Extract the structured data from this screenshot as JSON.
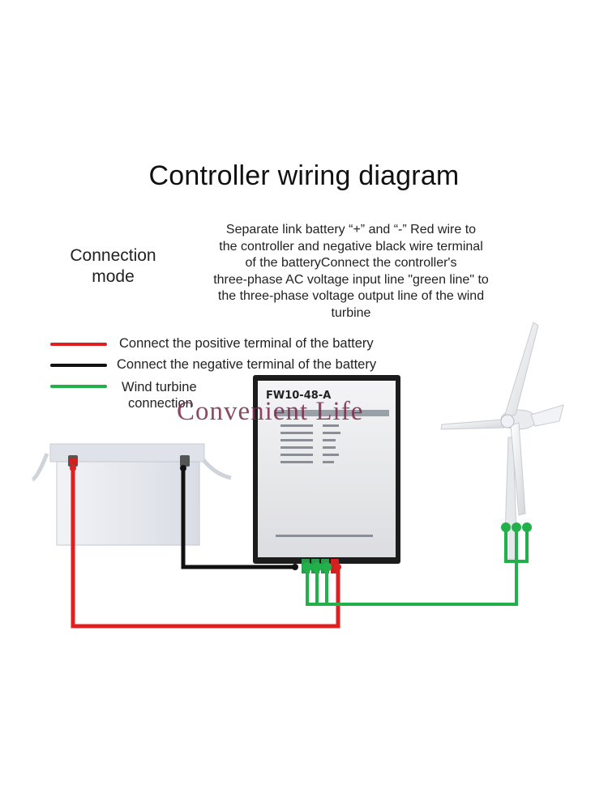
{
  "title": "Controller wiring diagram",
  "connection_mode": {
    "label_line1": "Connection",
    "label_line2": "mode",
    "description": [
      "Separate link battery “+” and “-” Red wire to",
      "the controller and negative black wire terminal",
      "of the batteryConnect the controller's",
      "three-phase AC voltage input line \"green line\" to",
      "the three-phase voltage output line of the wind",
      "turbine"
    ]
  },
  "legend": [
    {
      "color": "#e02020",
      "text": "Connect the positive terminal of the battery"
    },
    {
      "color": "#111111",
      "text": "Connect the negative terminal of the battery"
    },
    {
      "color": "#22b04a",
      "text_line1": "Wind turbine",
      "text_line2": "connection"
    }
  ],
  "controller": {
    "model": "FW10-48-A"
  },
  "watermark": "Convenient Life",
  "colors": {
    "positive_wire": "#e02020",
    "negative_wire": "#111111",
    "turbine_wire": "#22b04a",
    "controller_body": "#1c1c1c",
    "controller_face": "#e8e8ea",
    "battery_body": "#e6e8ee"
  },
  "icons": [
    "battery-icon",
    "wind-turbine-icon",
    "controller-icon"
  ]
}
